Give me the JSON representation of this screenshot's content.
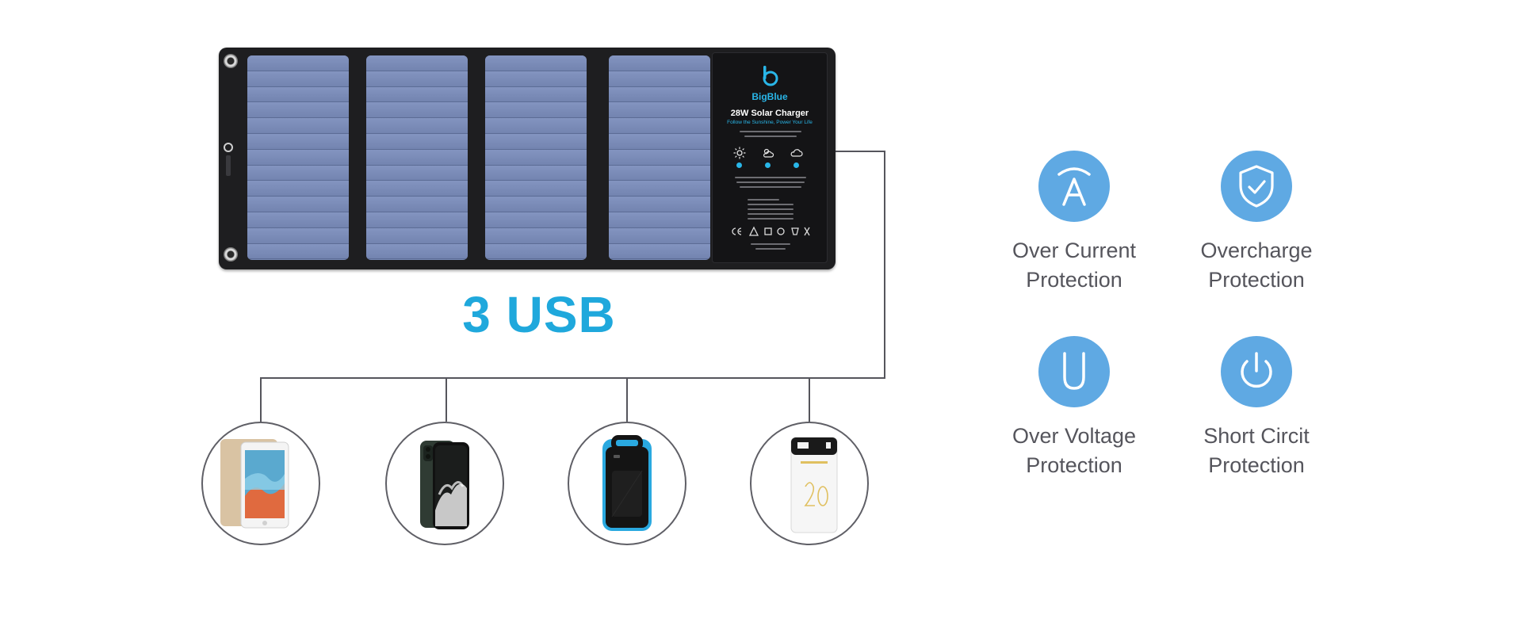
{
  "panel": {
    "brand": "BigBlue",
    "title": "28W Solar Charger",
    "tagline": "Follow the Sunshine, Power Your Life"
  },
  "headline": "3 USB",
  "devices": [
    {
      "icon": "tablet-icon"
    },
    {
      "icon": "smartphone-icon"
    },
    {
      "icon": "rugged-power-bank-icon"
    },
    {
      "icon": "power-bank-icon"
    }
  ],
  "features": [
    {
      "icon": "current-icon",
      "line1": "Over Current",
      "line2": "Protection"
    },
    {
      "icon": "shield-check-icon",
      "line1": "Overcharge",
      "line2": "Protection"
    },
    {
      "icon": "voltage-icon",
      "line1": "Over Voltage",
      "line2": "Protection"
    },
    {
      "icon": "power-icon",
      "line1": "Short Circit",
      "line2": "Protection"
    }
  ],
  "colors": {
    "accent": "#1fa8dc",
    "icon_bg": "#5fa9e3",
    "panel_cell": "#7789b6",
    "panel_frame": "#1e1e20",
    "text": "#55555c"
  }
}
